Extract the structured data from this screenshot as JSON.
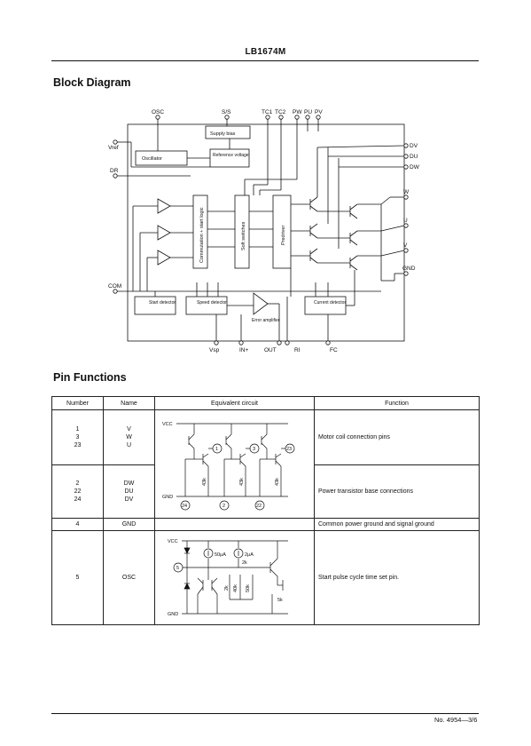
{
  "header": {
    "part_number": "LB1674M"
  },
  "block_diagram": {
    "title": "Block Diagram",
    "pins_top": [
      "OSC",
      "S/S",
      "TC1",
      "TC2",
      "PW",
      "PU",
      "PV"
    ],
    "pins_right": [
      "DV",
      "DU",
      "DW",
      "W",
      "U",
      "V",
      "GND"
    ],
    "pins_left": [
      "Vref",
      "DR",
      "COM"
    ],
    "pins_bottom": [
      "Vsp",
      "IN+",
      "OUT",
      "RI",
      "FC"
    ],
    "blocks": {
      "supply_bias": "Supply bias",
      "oscillator": "Oscillator",
      "reference_voltage": "Reference voltage",
      "commutation_logic": "Commutation + start logic",
      "soft_switches": "Soft switches",
      "predriver": "Predriver",
      "start_detector": "Start detector",
      "speed_detector": "Speed detector",
      "error_amplifier": "Error amplifier",
      "current_detector": "Current detector"
    }
  },
  "pin_functions": {
    "title": "Pin Functions",
    "columns": [
      "Number",
      "Name",
      "Equivalent circuit",
      "Function"
    ],
    "rows": [
      {
        "numbers": [
          "1",
          "3",
          "23"
        ],
        "names": [
          "V",
          "W",
          "U"
        ],
        "function": "Motor coil connection pins"
      },
      {
        "numbers": [
          "2",
          "22",
          "24"
        ],
        "names": [
          "DW",
          "DU",
          "DV"
        ],
        "function": "Power transistor base connections"
      },
      {
        "numbers": [
          "4"
        ],
        "names": [
          "GND"
        ],
        "function": "Common power ground and signal ground"
      },
      {
        "numbers": [
          "5"
        ],
        "names": [
          "OSC"
        ],
        "function": "Start pulse cycle time set pin."
      }
    ],
    "circuit_labels": {
      "vcc": "VCC",
      "gnd": "GND",
      "res_43k": "43k",
      "res_2k": "2k",
      "res_40k": "40k",
      "res_50k": "50k",
      "res_5k": "5k",
      "cur_50ua": "50μA",
      "cur_2ua": "2μA",
      "pins_a": [
        "1",
        "3",
        "23"
      ],
      "pins_b": [
        "24",
        "2",
        "22"
      ],
      "pin_osc": "5"
    }
  },
  "footer": {
    "doc_number": "No. 4954—3/6"
  }
}
